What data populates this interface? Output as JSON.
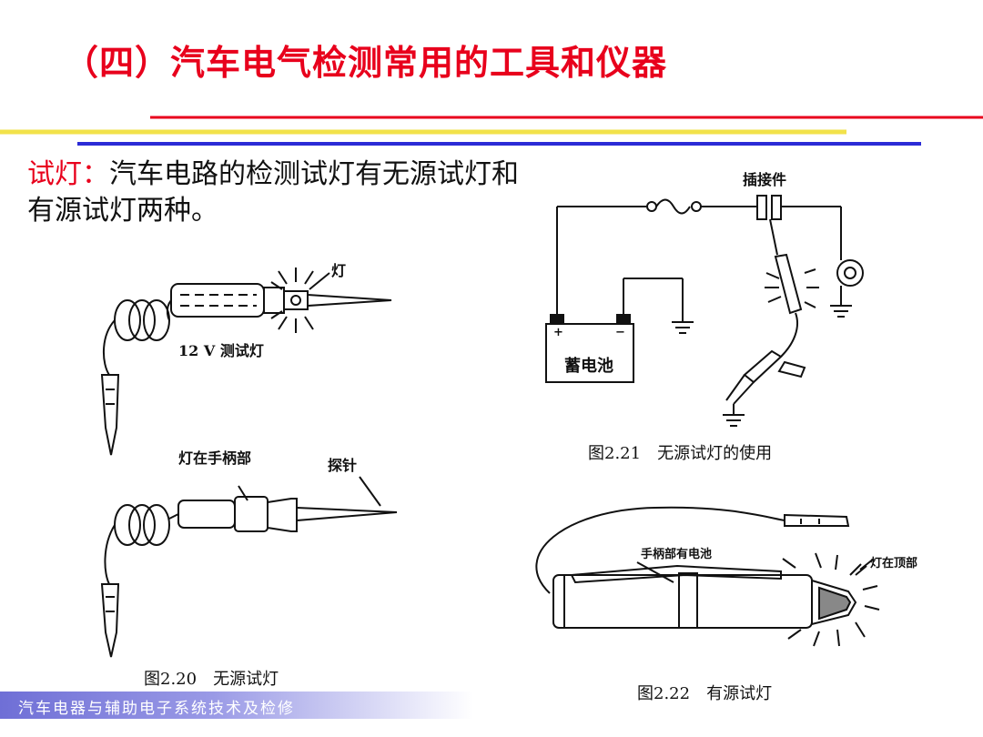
{
  "slide": {
    "title": "（四）汽车电气检测常用的工具和仪器",
    "intro_lead": "试灯：",
    "intro_text": "汽车电路的检测试灯有无源试灯和有源试灯两种。",
    "footer": "汽车电器与辅助电子系统技术及检修"
  },
  "colors": {
    "title": "#e8001c",
    "rule_red": "#e8001c",
    "rule_yellow": "#f2e24a",
    "rule_blue": "#2b2bd6"
  },
  "fig220": {
    "label_lamp": "灯",
    "label_12v": "12 V 测试灯",
    "label_handle_lamp": "灯在手柄部",
    "label_probe": "探针",
    "caption": "图2.20　无源试灯"
  },
  "fig221": {
    "label_connector": "插接件",
    "label_battery": "蓄电池",
    "plus": "+",
    "minus": "−",
    "caption": "图2.21　无源试灯的使用"
  },
  "fig222": {
    "label_handle_battery": "手柄部有电池",
    "label_lamp_top": "灯在顶部",
    "caption": "图2.22　有源试灯"
  }
}
